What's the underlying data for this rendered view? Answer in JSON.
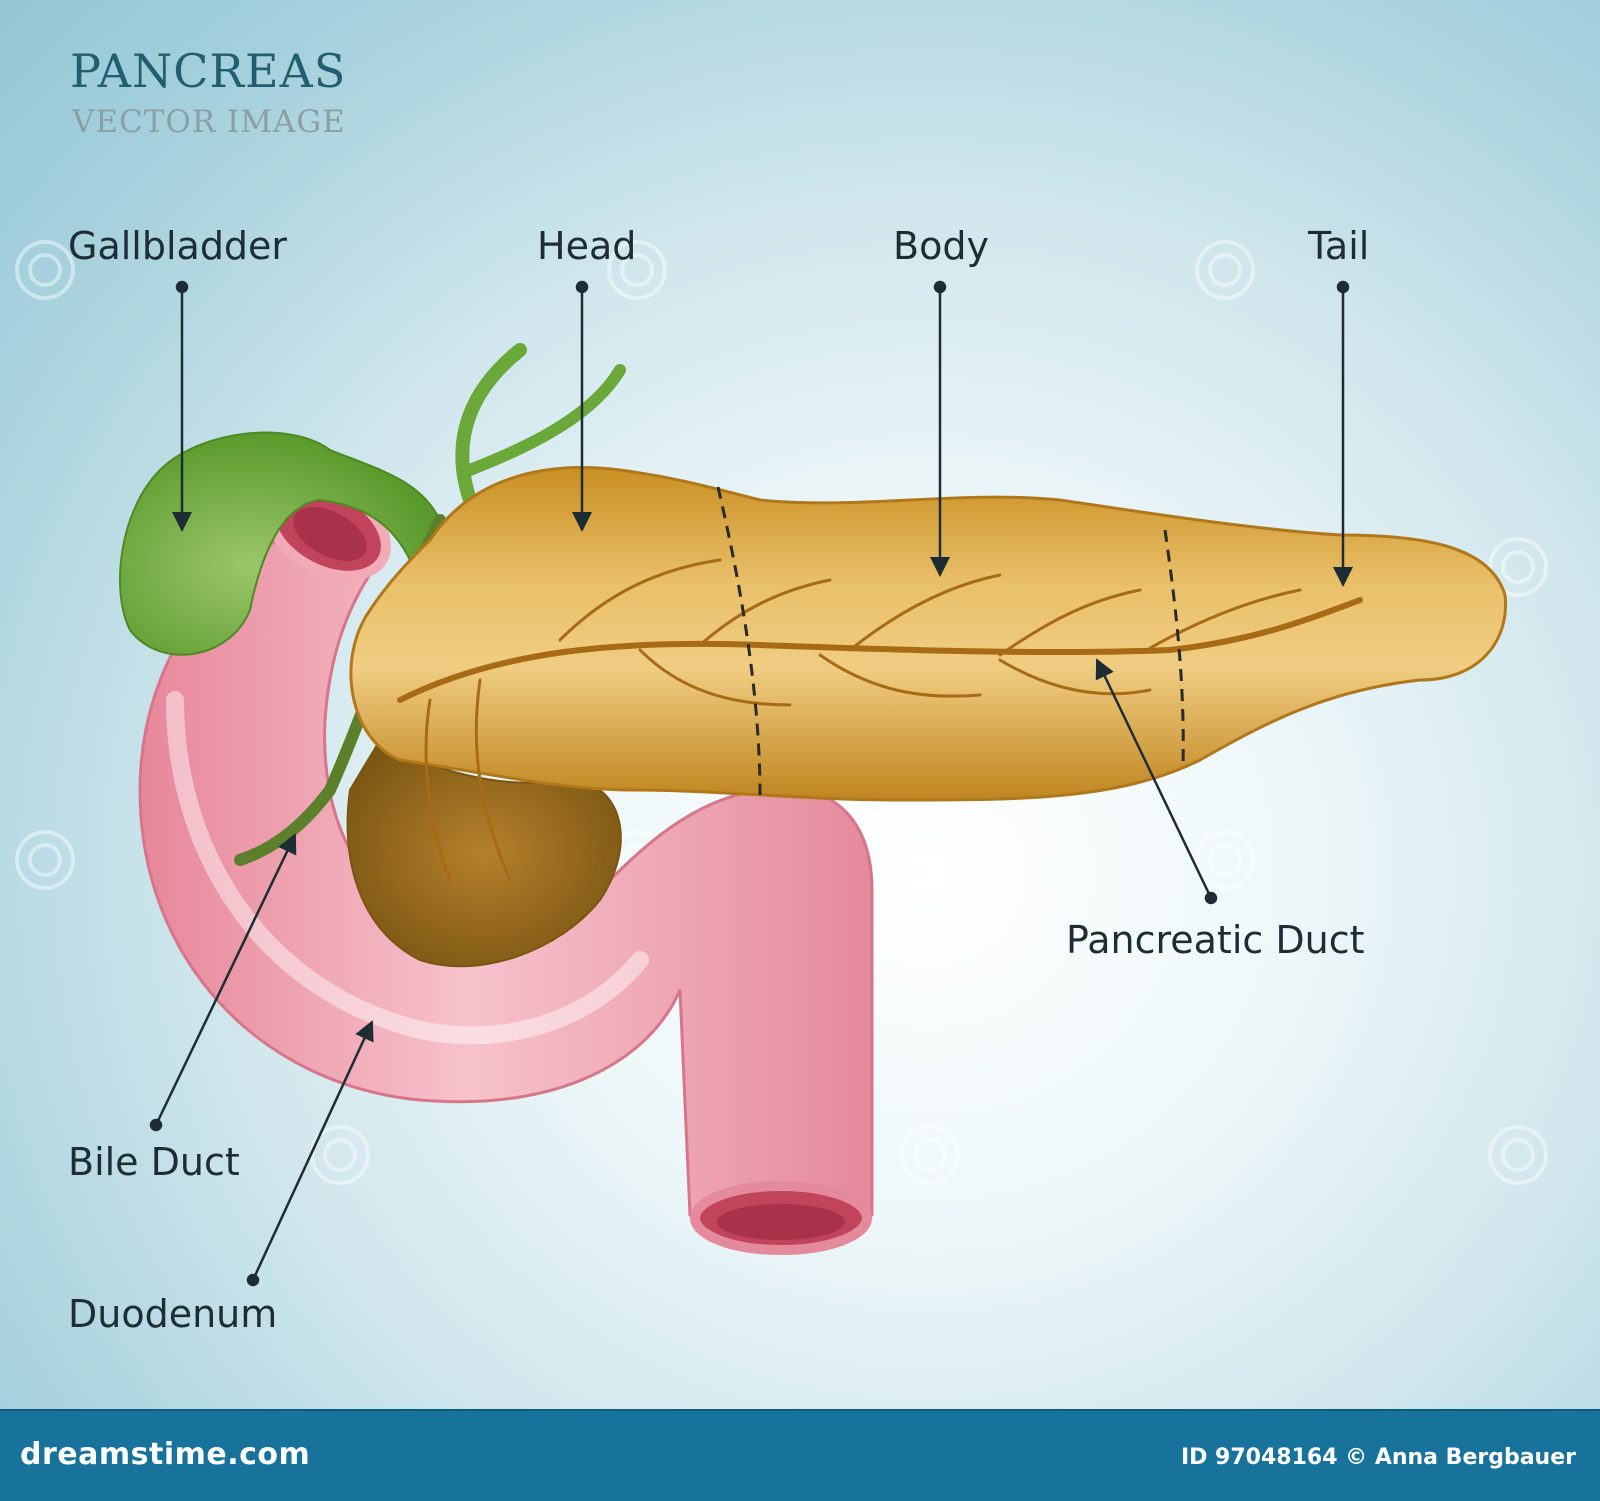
{
  "header": {
    "title": "PANCREAS",
    "subtitle": "VECTOR IMAGE"
  },
  "labels": {
    "gallbladder": "Gallbladder",
    "head": "Head",
    "body": "Body",
    "tail": "Tail",
    "pancreatic_duct": "Pancreatic Duct",
    "bile_duct": "Bile Duct",
    "duodenum": "Duodenum"
  },
  "footer": {
    "site": "dreamstime.com",
    "image_id": "ID 97048164 © Anna Bergbauer"
  },
  "watermark": "dreamstime",
  "colors": {
    "title": "#1f5f70",
    "pancreas": "#d9a93e",
    "duodenum": "#f0a8b5",
    "gallbladder": "#6fa83a",
    "footer": "#17729c"
  }
}
